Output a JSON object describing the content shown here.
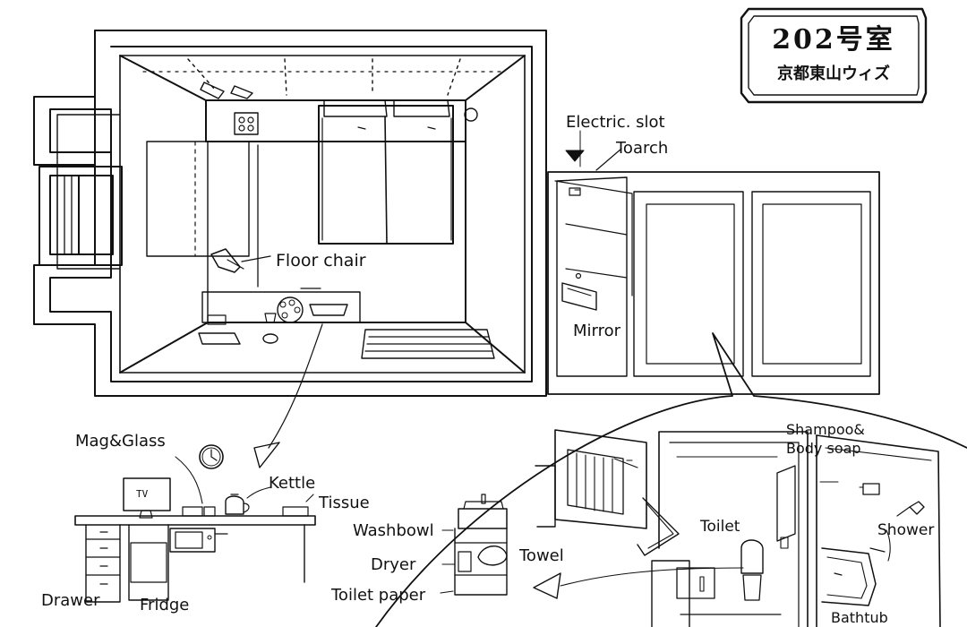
{
  "room_plate": {
    "number": "202号室",
    "name": "京都東山ウィズ"
  },
  "tv_screen_text": "TV",
  "labels": {
    "floor_chair": "Floor chair",
    "electric_slot": "Electric. slot",
    "toarch": "Toarch",
    "mirror": "Mirror",
    "mag_glass": "Mag&Glass",
    "kettle": "Kettle",
    "tissue": "Tissue",
    "drawer": "Drawer",
    "fridge": "Fridge",
    "washbowl": "Washbowl",
    "dryer": "Dryer",
    "toilet_paper": "Toilet paper",
    "towel": "Towel",
    "toilet": "Toilet",
    "shampoo": "Shampoo&",
    "body_soap": "Body soap",
    "shower": "Shower",
    "bathtub": "Bathtub"
  }
}
